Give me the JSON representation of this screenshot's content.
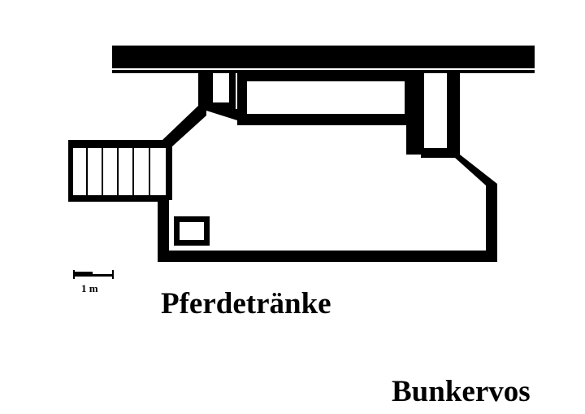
{
  "diagram": {
    "title": "Pferdetränke",
    "place": "Bunkervos",
    "scale_label": "1 m",
    "colors": {
      "wall": "#000000",
      "background": "#ffffff"
    }
  }
}
